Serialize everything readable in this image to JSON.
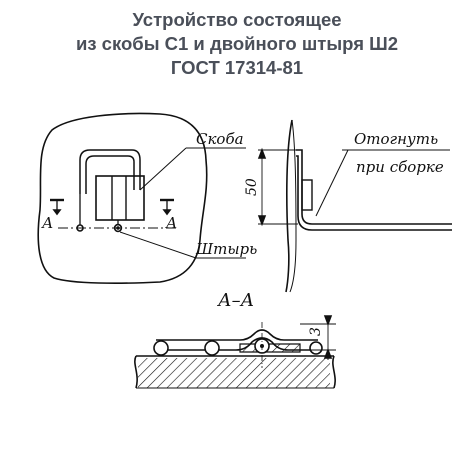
{
  "title": {
    "line1": "Устройство состоящее",
    "line2": "из скобы С1 и двойного штыря Ш2",
    "line3": "ГОСТ 17314-81"
  },
  "labels": {
    "skoba": "Скоба",
    "shtyr": "Штырь",
    "otognut": "Отогнуть",
    "pri_sborke": "при сборке",
    "section_marker": "А",
    "section_title": "А–А",
    "dim_50": "50",
    "dim_3": "3"
  },
  "colors": {
    "ink": "#111111",
    "title": "#4a4f59"
  }
}
